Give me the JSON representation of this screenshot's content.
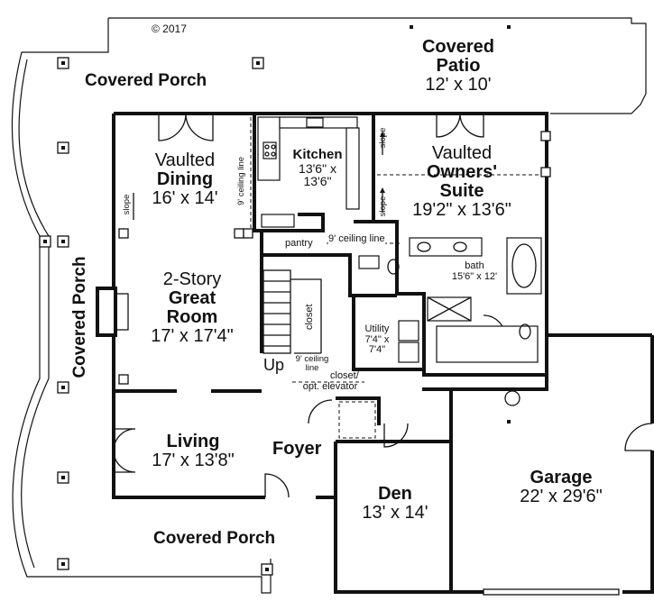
{
  "copyright": "© 2017",
  "rooms": {
    "covered_patio": {
      "name_line1": "Covered",
      "name_line2": "Patio",
      "dims": "12' x 10'"
    },
    "covered_porch_top": {
      "name": "Covered Porch"
    },
    "covered_porch_left": {
      "name": "Covered Porch"
    },
    "covered_porch_bottom": {
      "name": "Covered Porch"
    },
    "dining": {
      "prefix": "Vaulted",
      "name": "Dining",
      "dims": "16' x 14'"
    },
    "kitchen": {
      "name": "Kitchen",
      "dims_line1": "13'6\" x",
      "dims_line2": "13'6\""
    },
    "owners_suite": {
      "prefix": "Vaulted",
      "name_line1": "Owners'",
      "name_line2": "Suite",
      "dims": "19'2\" x 13'6\""
    },
    "great_room": {
      "prefix": "2-Story",
      "name_line1": "Great",
      "name_line2": "Room",
      "dims": "17' x 17'4\""
    },
    "bath": {
      "name": "bath",
      "dims": "15'6\" x 12'"
    },
    "utility": {
      "name": "Utility",
      "dims_line1": "7'4\" x",
      "dims_line2": "7'4\""
    },
    "pantry": {
      "name": "pantry"
    },
    "closet": {
      "name": "closet"
    },
    "closet_elevator": {
      "line1": "closet/",
      "line2": "opt. elevator"
    },
    "living": {
      "name": "Living",
      "dims": "17' x 13'8\""
    },
    "foyer": {
      "name": "Foyer"
    },
    "den": {
      "name": "Den",
      "dims": "13' x 14'"
    },
    "garage": {
      "name": "Garage",
      "dims": "22' x 29'6\""
    }
  },
  "notes": {
    "ceiling_9_vertical": "9' ceiling line",
    "ceiling_9_horizontal": "9' ceiling line",
    "ceiling_9_stair_line1": "9' ceiling",
    "ceiling_9_stair_line2": "line",
    "slope": "slope",
    "up": "Up"
  }
}
